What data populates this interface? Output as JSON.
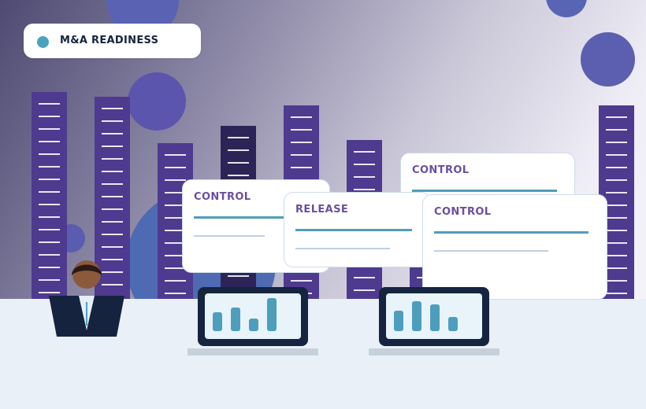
{
  "badge": {
    "label": "M&A READINESS",
    "dot_color": "#4aa3be"
  },
  "cards": [
    {
      "title": "CONTROL"
    },
    {
      "title": "RELEASE"
    },
    {
      "title": "CONTROL"
    },
    {
      "title": "CONTROL"
    }
  ],
  "colors": {
    "tower": "#4e3a8e",
    "tower_dark": "#2c2456",
    "accent_circle": "#5c5ab2",
    "card_title": "#6a4f9f",
    "card_rule": "#4f9eb9",
    "laptop_frame": "#15243f",
    "chart_bar": "#4d9ebd"
  },
  "icons": [
    "person-illustration",
    "laptop-chart-icon",
    "laptop-chart-icon"
  ]
}
